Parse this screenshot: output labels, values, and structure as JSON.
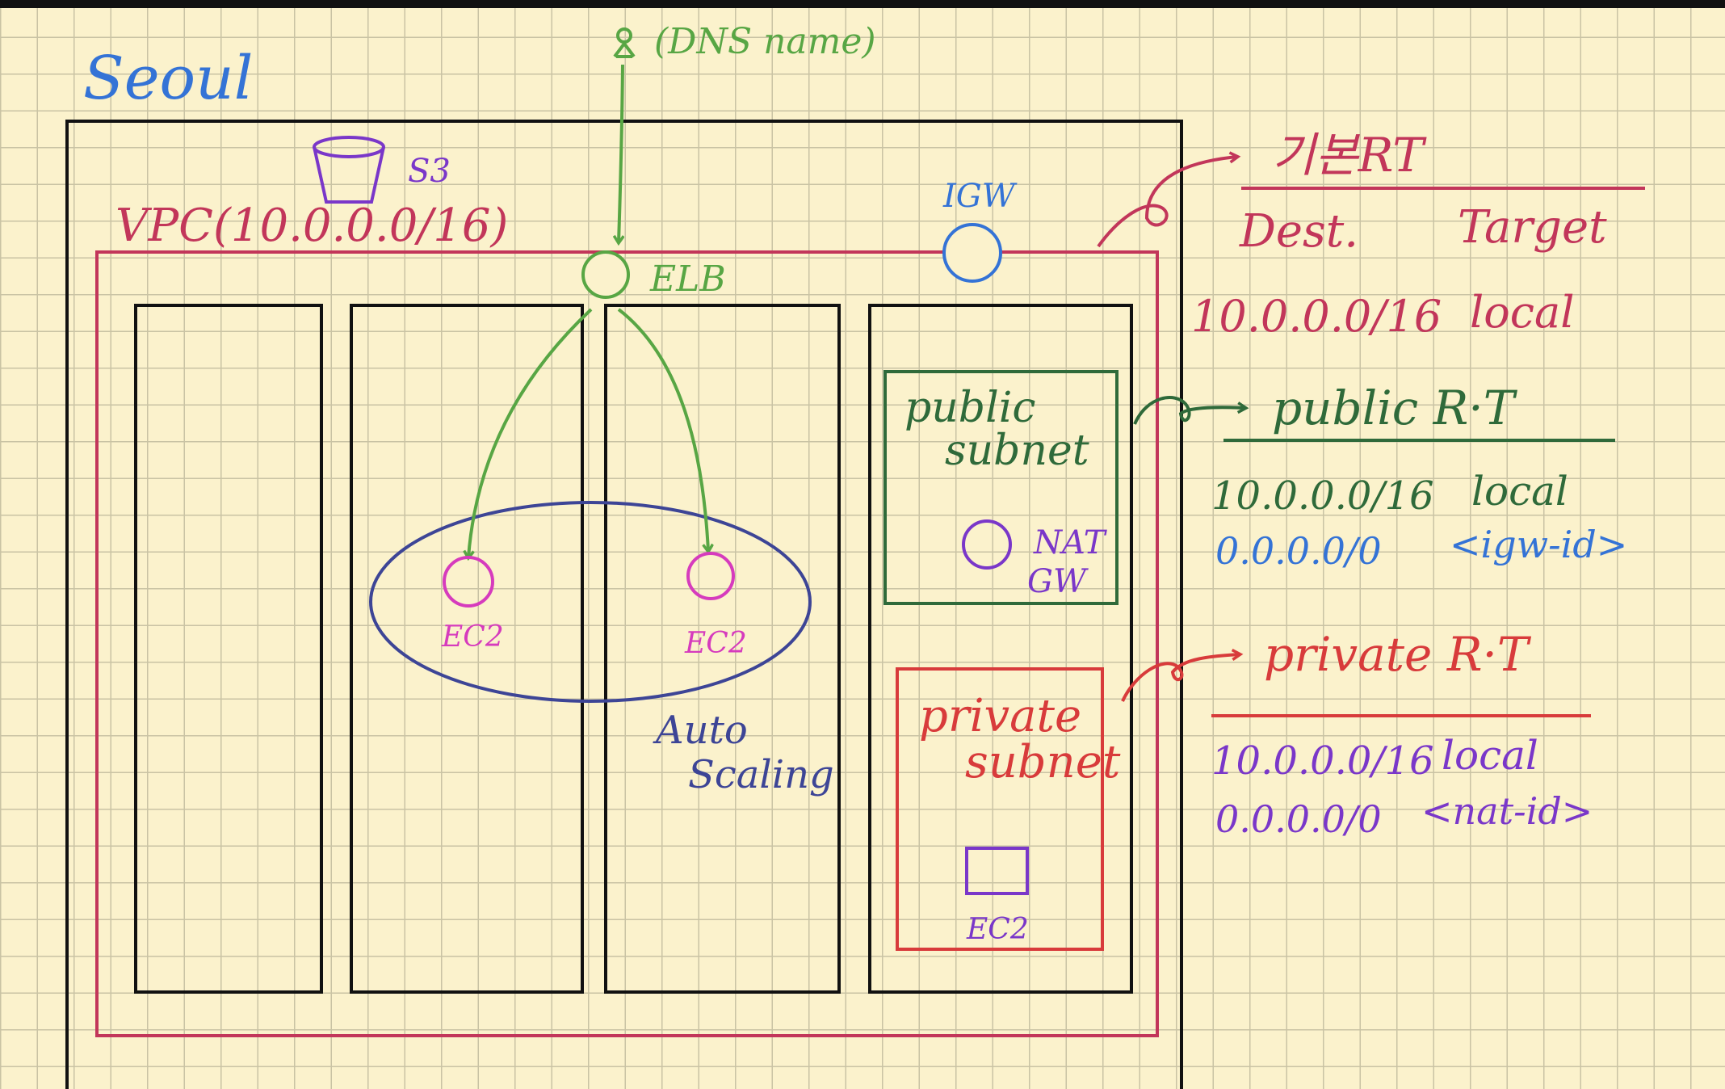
{
  "region_label": "Seoul",
  "vpc_label": "VPC(10.0.0.0/16)",
  "dns_label": "(DNS name)",
  "s3_label": "S3",
  "igw_label": "IGW",
  "elb_label": "ELB",
  "ec2_labels": [
    "EC2",
    "EC2"
  ],
  "autoscaling_label": [
    "Auto",
    "Scaling"
  ],
  "public_subnet_label": [
    "public",
    "subnet"
  ],
  "nat_label": [
    "NAT",
    "GW"
  ],
  "private_subnet_label": [
    "private",
    "subnet"
  ],
  "private_ec2_label": "EC2",
  "default_rt": {
    "title": "기본RT",
    "col_dest": "Dest.",
    "col_target": "Target",
    "rows": [
      {
        "dest": "10.0.0.0/16",
        "target": "local"
      }
    ]
  },
  "public_rt": {
    "title": "public R·T",
    "rows": [
      {
        "dest": "10.0.0.0/16",
        "target": "local"
      },
      {
        "dest": "0.0.0.0/0",
        "target": "<igw-id>"
      }
    ]
  },
  "private_rt": {
    "title": "private R·T",
    "rows": [
      {
        "dest": "10.0.0.0/16",
        "target": "local"
      },
      {
        "dest": "0.0.0.0/0",
        "target": "<nat-id>"
      }
    ]
  },
  "colors": {
    "background": "#fbf2cc",
    "grid": "#c9c3a4",
    "black": "#111111",
    "vpc": "#c2365a",
    "green": "#58a644",
    "dark_green": "#2f6a3a",
    "blue": "#3473d6",
    "magenta": "#d63bbd",
    "navy": "#3d4596",
    "purple": "#7a37c9",
    "red": "#d83b3b"
  }
}
